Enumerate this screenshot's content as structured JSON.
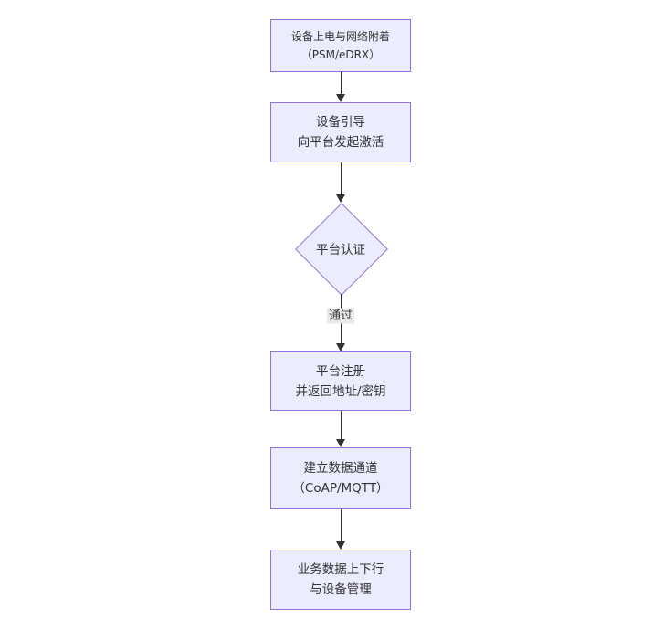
{
  "diagram": {
    "type": "flowchart",
    "direction": "top-down",
    "nodes": [
      {
        "id": "power-attach",
        "shape": "rect",
        "lines": [
          "设备上电与网络附着",
          "（PSM/eDRX）"
        ]
      },
      {
        "id": "bootstrap",
        "shape": "rect",
        "lines": [
          "设备引导",
          "向平台发起激活"
        ]
      },
      {
        "id": "platform-auth",
        "shape": "diamond",
        "lines": [
          "平台认证"
        ]
      },
      {
        "id": "platform-register",
        "shape": "rect",
        "lines": [
          "平台注册",
          "并返回地址/密钥"
        ]
      },
      {
        "id": "data-channel",
        "shape": "rect",
        "lines": [
          "建立数据通道",
          "（CoAP/MQTT）"
        ]
      },
      {
        "id": "business-data",
        "shape": "rect",
        "lines": [
          "业务数据上下行",
          "与设备管理"
        ]
      }
    ],
    "edges": [
      {
        "from": "power-attach",
        "to": "bootstrap",
        "label": ""
      },
      {
        "from": "bootstrap",
        "to": "platform-auth",
        "label": ""
      },
      {
        "from": "platform-auth",
        "to": "platform-register",
        "label": "通过"
      },
      {
        "from": "platform-register",
        "to": "data-channel",
        "label": ""
      },
      {
        "from": "data-channel",
        "to": "business-data",
        "label": ""
      }
    ],
    "colors": {
      "background": "#ffffff",
      "node_fill": "#ECECFF",
      "node_border": "#9370DB",
      "text": "#333333",
      "arrow": "#333333",
      "edge_label_bg": "#e8e8e8"
    }
  }
}
